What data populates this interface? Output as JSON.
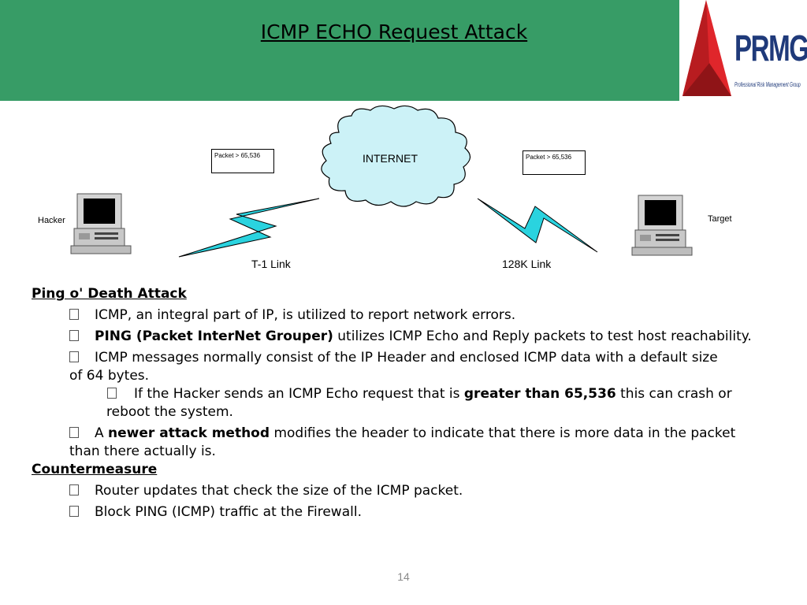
{
  "header": {
    "title": "ICMP ECHO Request Attack",
    "header_color": "#379c66"
  },
  "logo": {
    "text": "PRMG",
    "subtitle": "Professional Risk Management Group"
  },
  "diagram": {
    "hacker_label": "Hacker",
    "target_label": "Target",
    "internet_label": "INTERNET",
    "packet_left": "Packet > 65,536",
    "packet_right": "Packet > 65,536",
    "link_left": "T-1 Link",
    "link_right": "128K Link",
    "cloud_color": "#ccf2f7",
    "bolt_color": "#2ad3df"
  },
  "content": {
    "heading1": "Ping o' Death Attack",
    "item1": "ICMP, an integral part of IP, is utilized to report network errors.",
    "item2_bold": "PING (Packet InterNet Grouper)",
    "item2_rest": " utilizes ICMP Echo and Reply packets to test host reachability.",
    "item3_line1": "ICMP messages normally consist of the IP Header and enclosed ICMP data with a  default size",
    "item3_line2": "of 64 bytes.",
    "sub1_pre": "If the Hacker sends an ICMP Echo request that is ",
    "sub1_bold": "greater than 65,536",
    "sub1_post": " this can crash or",
    "sub1_line2": "reboot the system.",
    "item4_pre": "A ",
    "item4_bold": "newer attack method",
    "item4_post": " modifies the header to indicate that there is more data in the packet",
    "item4_line2": "than there actually is.",
    "heading2": "Countermeasure",
    "item5": "Router updates that check the size of the ICMP packet.",
    "item6": "Block PING (ICMP) traffic at the Firewall."
  },
  "page_number": "14"
}
